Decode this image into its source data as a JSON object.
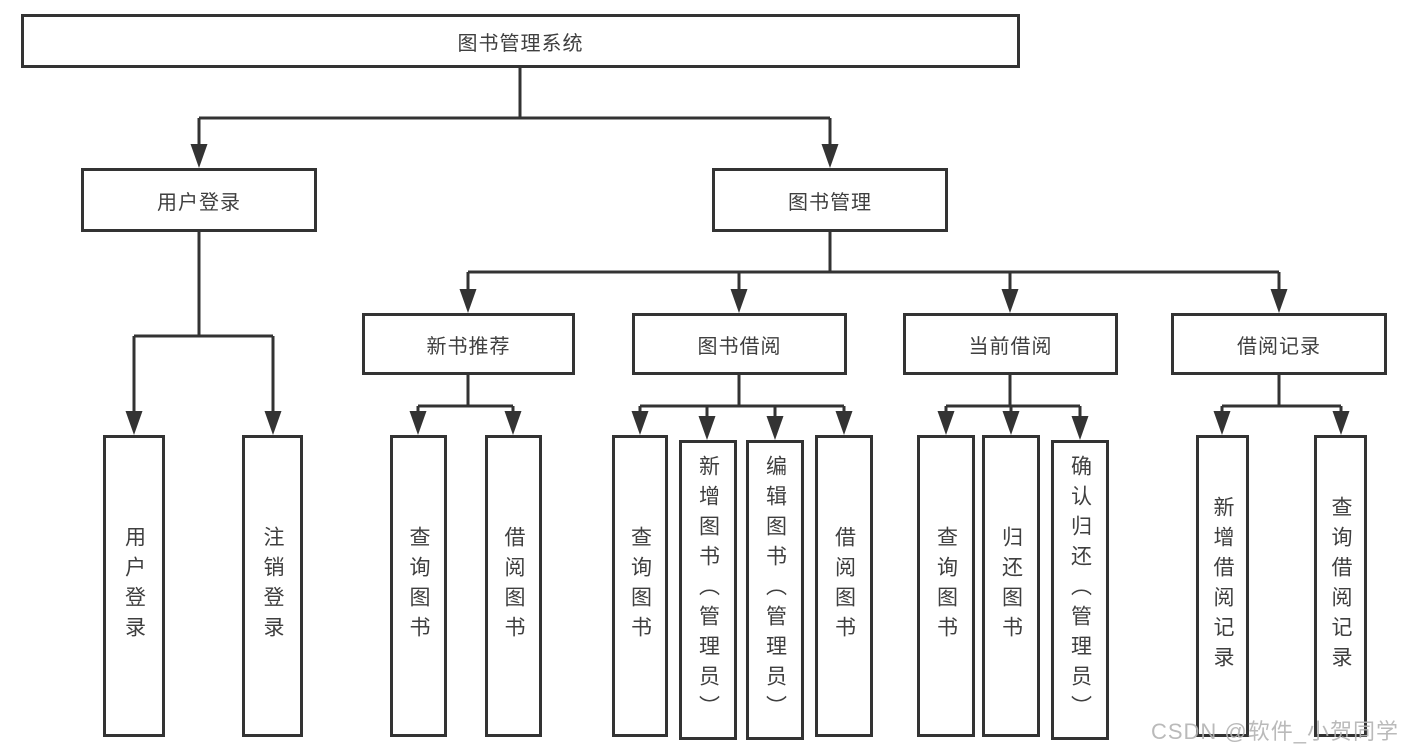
{
  "tree": {
    "root": {
      "label": "图书管理系统"
    },
    "children": [
      {
        "label": "用户登录",
        "children": [
          {
            "label": "用户登录"
          },
          {
            "label": "注销登录"
          }
        ]
      },
      {
        "label": "图书管理",
        "children": [
          {
            "label": "新书推荐",
            "children": [
              {
                "label": "查询图书"
              },
              {
                "label": "借阅图书"
              }
            ]
          },
          {
            "label": "图书借阅",
            "children": [
              {
                "label": "查询图书"
              },
              {
                "label": "新增图书（管理员）"
              },
              {
                "label": "编辑图书（管理员）"
              },
              {
                "label": "借阅图书"
              }
            ]
          },
          {
            "label": "当前借阅",
            "children": [
              {
                "label": "查询图书"
              },
              {
                "label": "归还图书"
              },
              {
                "label": "确认归还（管理员）"
              }
            ]
          },
          {
            "label": "借阅记录",
            "children": [
              {
                "label": "新增借阅记录"
              },
              {
                "label": "查询借阅记录"
              }
            ]
          }
        ]
      }
    ]
  },
  "watermark": {
    "text": "CSDN @软件_小贺同学"
  },
  "colors": {
    "line": "#333333",
    "text": "#3f3f3f",
    "background": "#ffffff",
    "watermark": "#b2b2b2"
  }
}
